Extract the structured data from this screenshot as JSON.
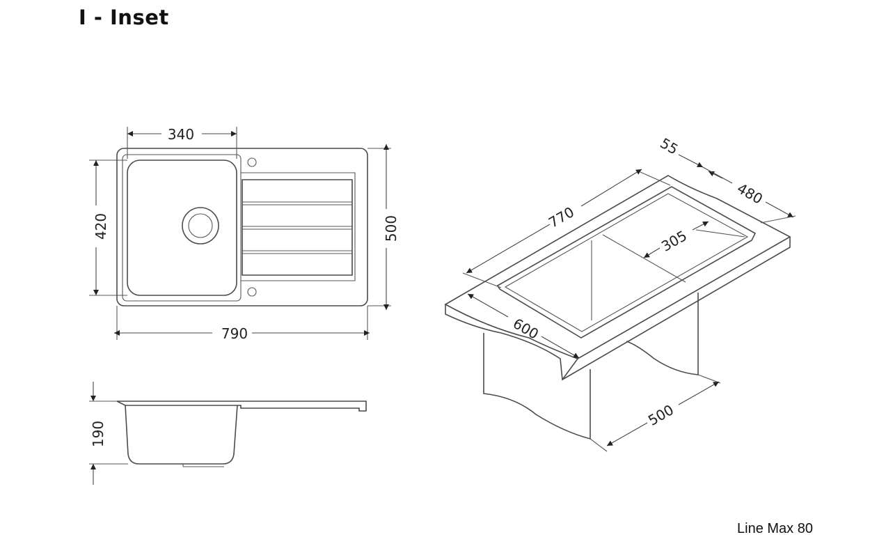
{
  "title": "I - Inset",
  "model": "Line Max 80",
  "dimensions": {
    "bowl_width": "340",
    "bowl_depth": "420",
    "sink_depth": "500",
    "sink_width": "790",
    "bowl_height": "190",
    "cutout_width": "770",
    "rim": "55",
    "cutout_depth": "480",
    "drainer_width": "305",
    "worktop_depth": "600",
    "cabinet_width": "500"
  }
}
